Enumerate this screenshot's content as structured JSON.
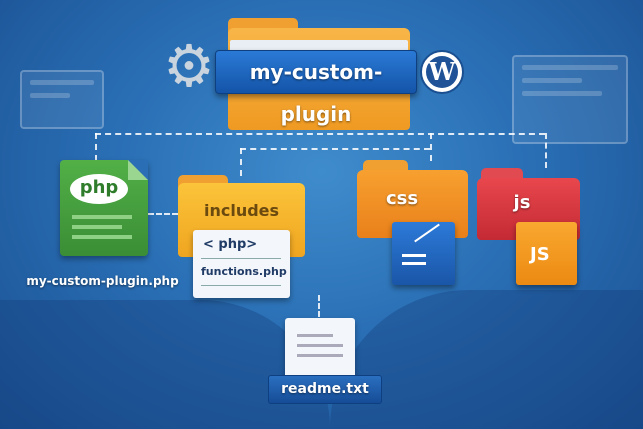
{
  "root_folder": {
    "label": "my-custom-plugin",
    "left_icon": "gear-icon",
    "right_icon": "wordpress-logo-icon",
    "wp_letter": "W"
  },
  "main_file": {
    "badge": "php",
    "label": "my-custom-plugin.php"
  },
  "includes_folder": {
    "label": "includes",
    "file_tag": "< php>",
    "file_name": "functions.php"
  },
  "css_folder": {
    "label": "css"
  },
  "js_folder": {
    "label": "js",
    "file_badge": "JS"
  },
  "readme": {
    "label": "readme.txt"
  },
  "colors": {
    "folder": "#f5a623",
    "label_bar": "#1a5fb8",
    "php_green": "#3f9a3a",
    "css_orange": "#f08a1c",
    "js_red": "#d9363e"
  }
}
